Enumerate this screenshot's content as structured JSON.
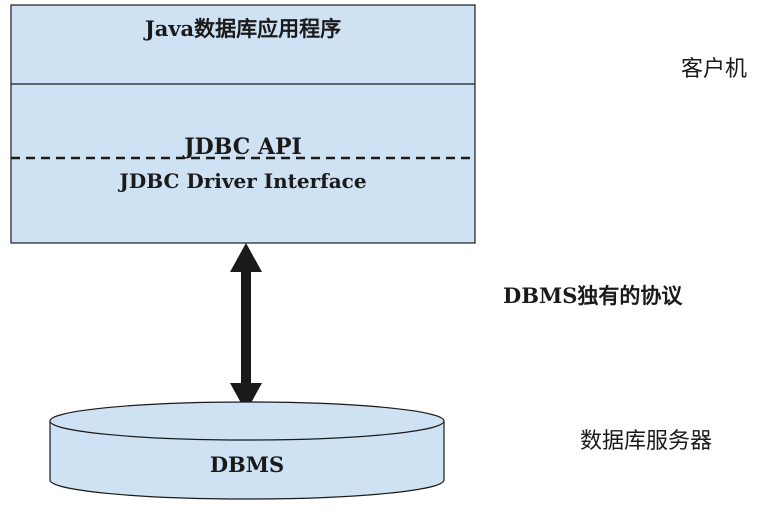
{
  "client_box": {
    "title": "Java数据库应用程序",
    "api_label": "JDBC API",
    "driver_label": "JDBC Driver Interface",
    "fill_color": "#cfe2f3",
    "border_color": "#1a1a1a"
  },
  "server_cylinder": {
    "label": "DBMS",
    "fill_color": "#cfe2f3"
  },
  "side_labels": {
    "client": "客户机",
    "protocol": "DBMS独有的协议",
    "server": "数据库服务器"
  },
  "connector": {
    "type": "double-arrow",
    "color": "#1a1a1a"
  }
}
